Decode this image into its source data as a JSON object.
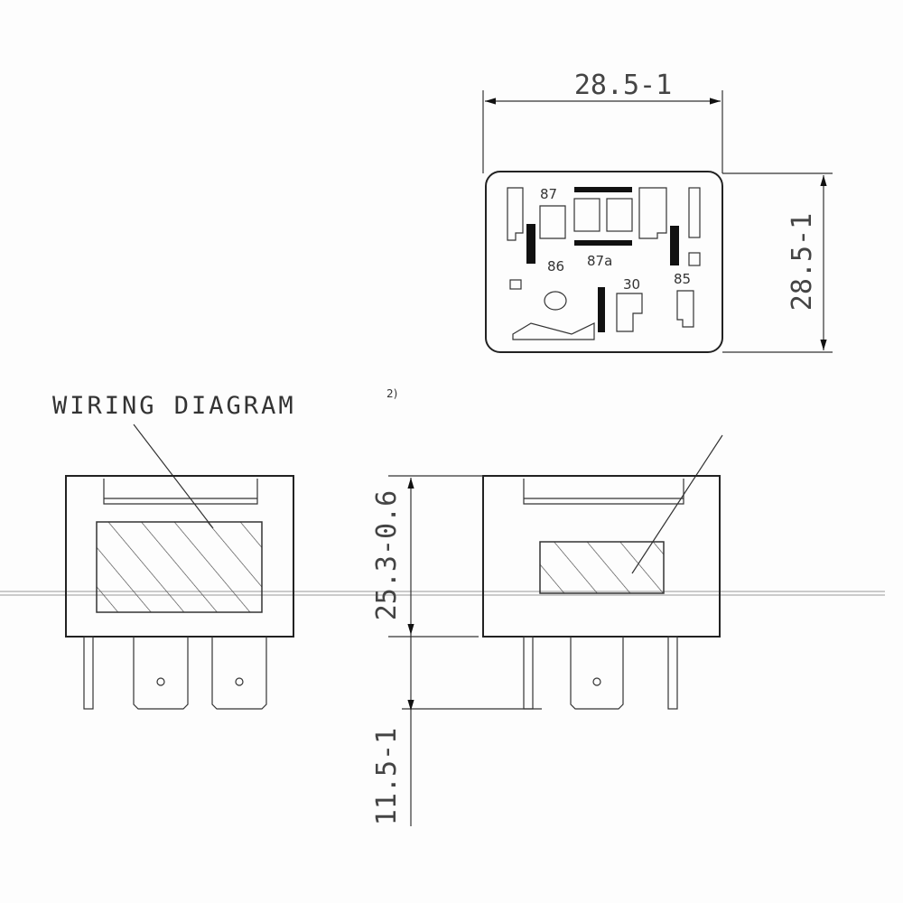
{
  "dimensions": {
    "top_width": "28.5-1",
    "side_height": "28.5-1",
    "body_height": "25.3-0.6",
    "pin_length": "11.5-1"
  },
  "pin_labels": {
    "p87": "87",
    "p87a": "87a",
    "p86": "86",
    "p30": "30",
    "p85": "85"
  },
  "annotation": {
    "label": "WIRING DIAGRAM",
    "footnote": "2)"
  }
}
